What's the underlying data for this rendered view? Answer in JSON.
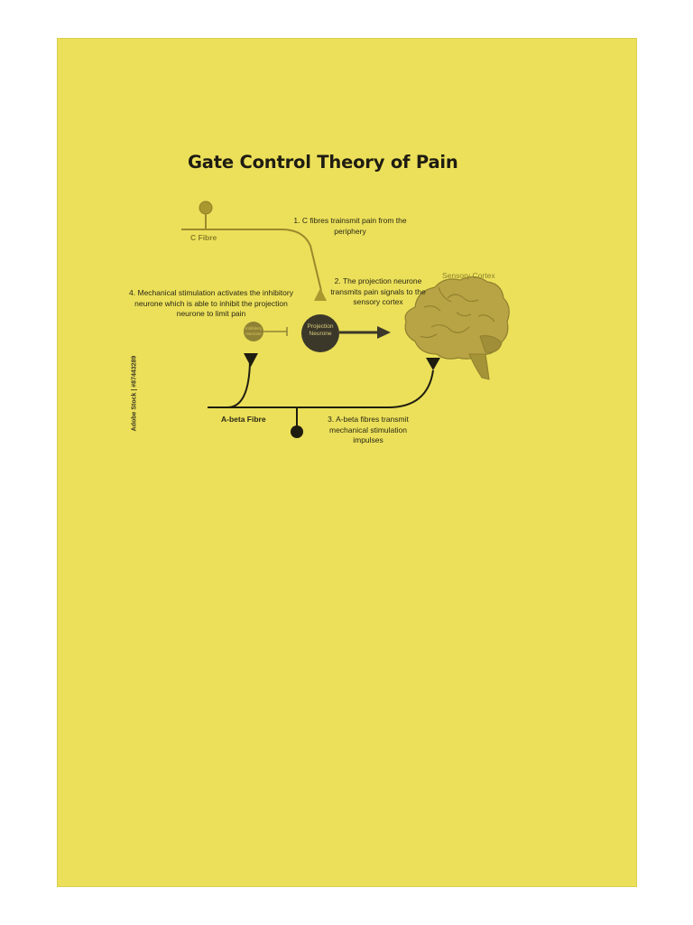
{
  "page": {
    "paper_color": "#ece05a",
    "title": "Gate Control Theory of Pain"
  },
  "diagram": {
    "c_fibre_label": "C Fibre",
    "abeta_fibre_label": "A-beta Fibre",
    "sensory_cortex_label": "Sensory Cortex",
    "projection_neurone_label": "Projection Neurone",
    "inhibitory_neurone_label": "Inhibitory Neurone",
    "steps": [
      {
        "number": 1,
        "text": "1. C fibres trainsmit pain from the periphery"
      },
      {
        "number": 2,
        "text": "2. The projection neurone transmits pain signals to the sensory cortex"
      },
      {
        "number": 3,
        "text": "3. A-beta fibres transmit mechanical stimulation impulses"
      },
      {
        "number": 4,
        "text": "4. Mechanical stimulation activates the inhibitory neurone which is able to inhibit the projection neurone to limit pain"
      }
    ],
    "colors": {
      "c_fibre": "#9a8a2c",
      "abeta_fibre": "#1f1d10",
      "projection_node": "#3b382a",
      "inhibitory_node": "#8f8234",
      "brain": "#b8a445",
      "arrow": "#3b382a"
    }
  },
  "watermark": "Adobe Stock | #87443289"
}
